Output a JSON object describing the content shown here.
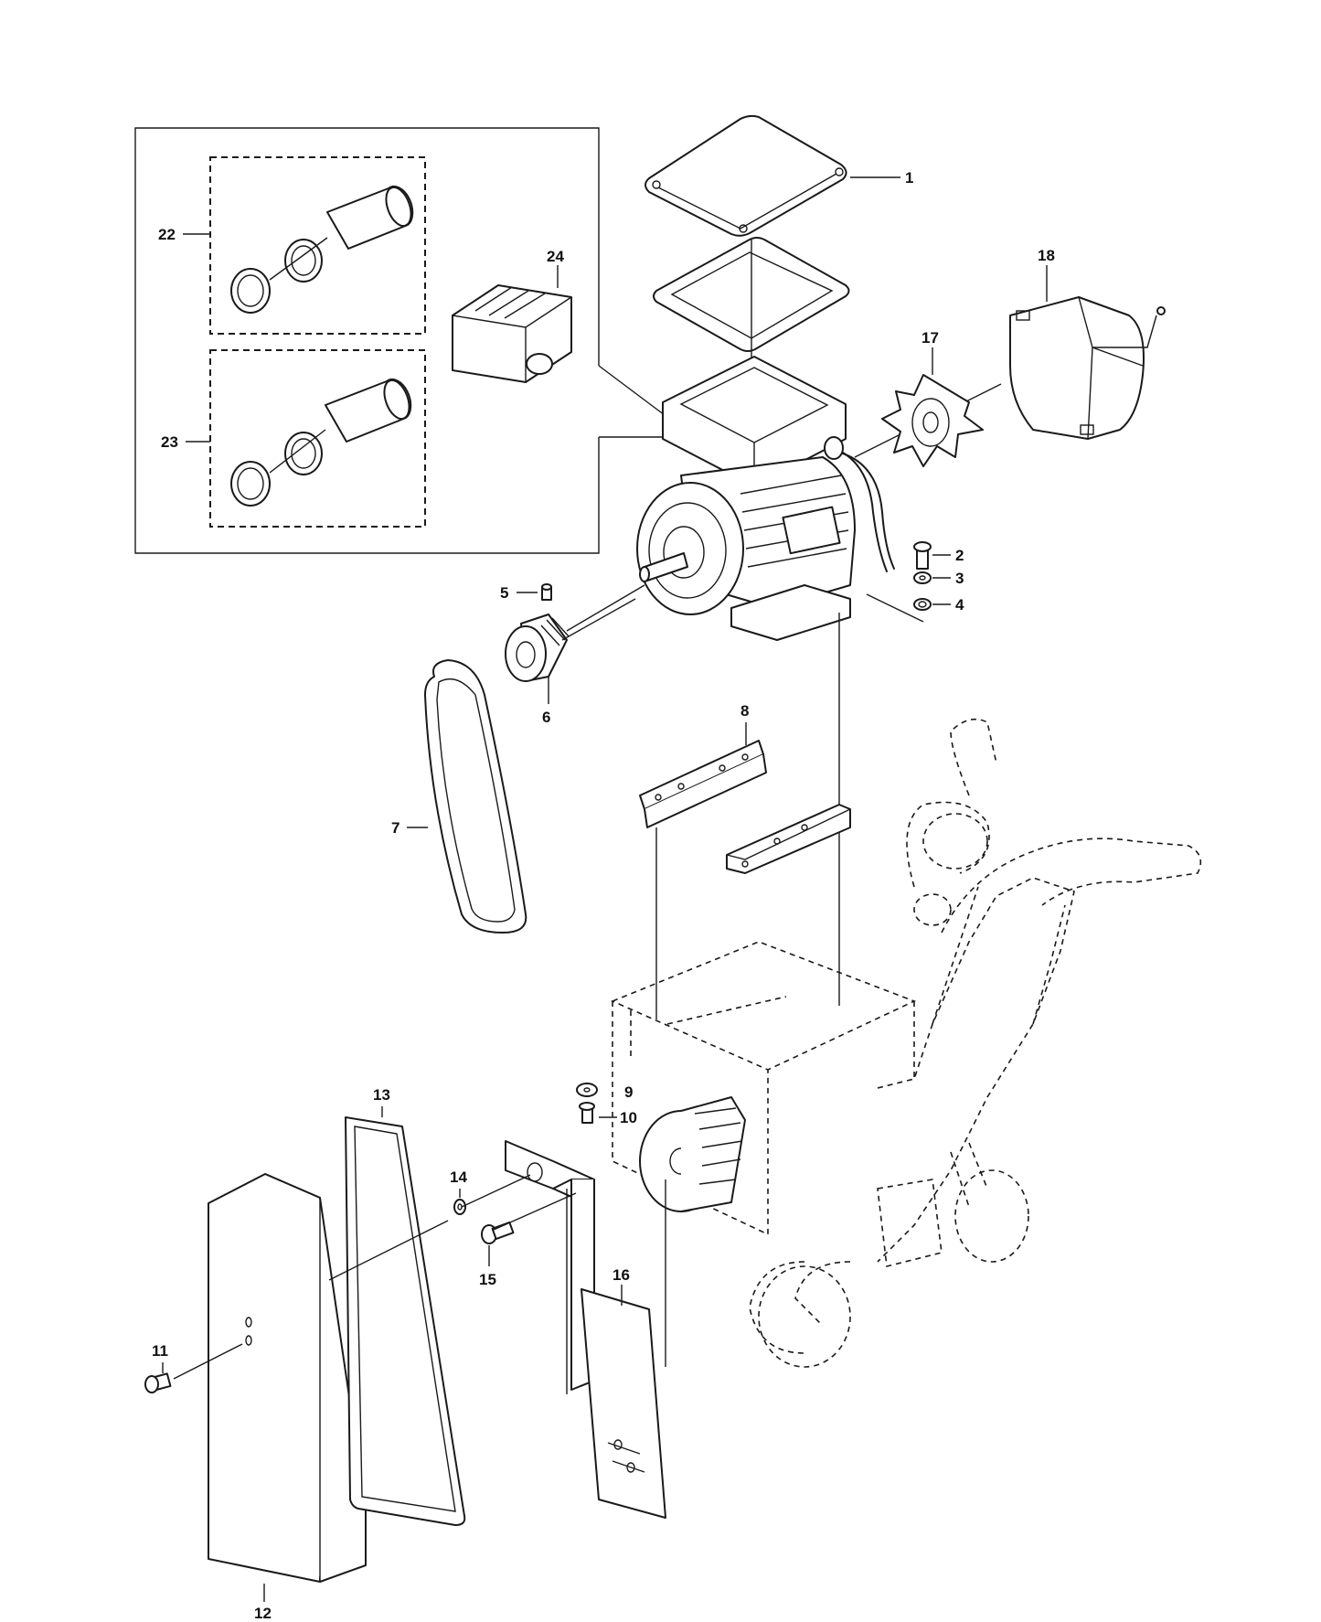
{
  "callouts": {
    "c1": "1",
    "c2": "2",
    "c3": "3",
    "c4": "4",
    "c5": "5",
    "c6": "6",
    "c7": "7",
    "c8": "8",
    "c9": "9",
    "c10": "10",
    "c11": "11",
    "c12": "12",
    "c13": "13",
    "c14": "14",
    "c15": "15",
    "c16": "16",
    "c17": "17",
    "c18": "18",
    "c22": "22",
    "c23": "23",
    "c24": "24"
  },
  "colors": {
    "line": "#1a1a1a",
    "background": "#ffffff"
  }
}
